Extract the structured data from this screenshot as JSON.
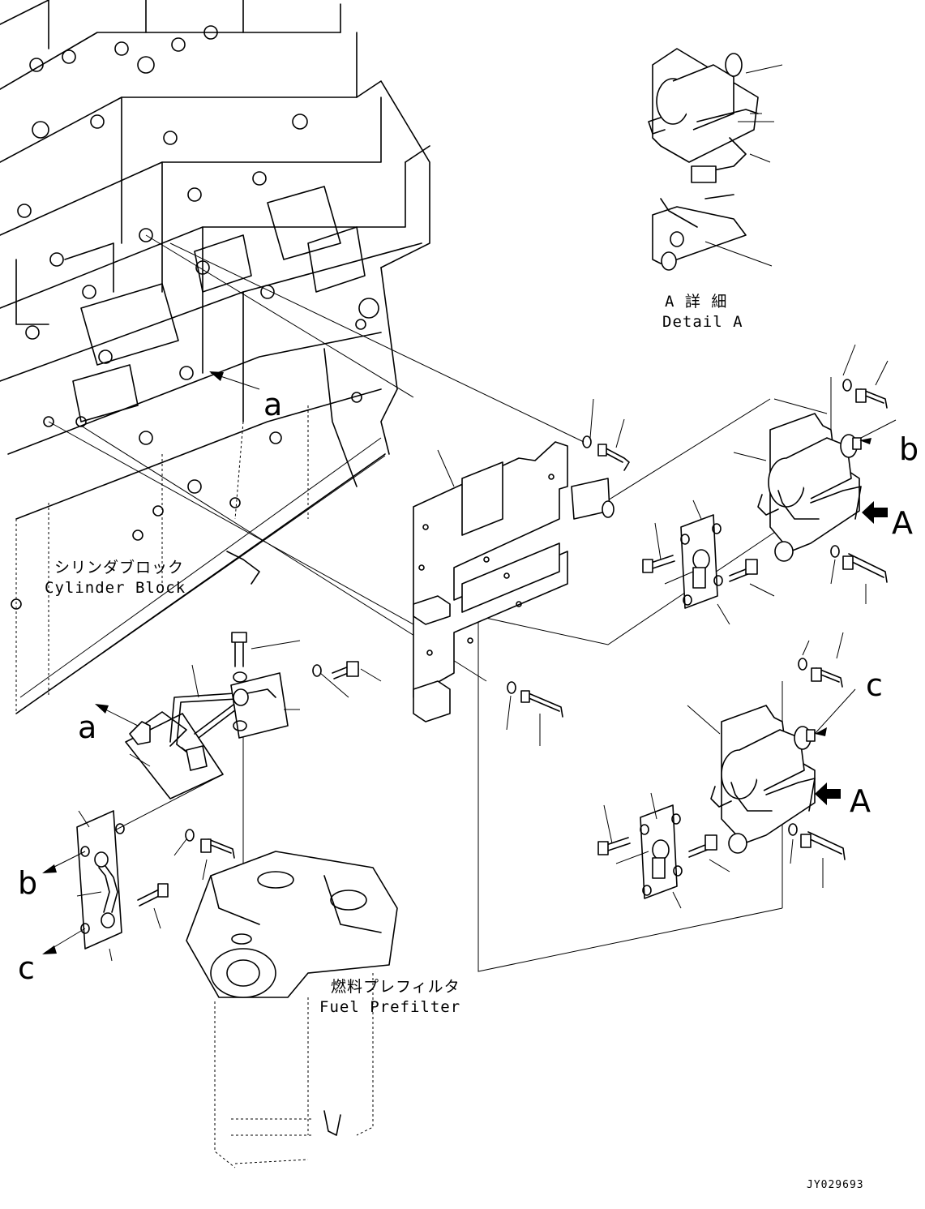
{
  "labels": {
    "detail_a_jp": "A 詳 細",
    "detail_a_en": "Detail A",
    "cylinder_block_jp": "シリンダブロック",
    "cylinder_block_en": "Cylinder Block",
    "fuel_prefilter_jp": "燃料プレフィルタ",
    "fuel_prefilter_en": "Fuel Prefilter",
    "ref_a_upper": "a",
    "ref_a_lower": "a",
    "ref_b_right": "b",
    "ref_b_left": "b",
    "ref_c_right": "c",
    "ref_c_left": "c",
    "view_A_upper": "A",
    "view_A_lower": "A",
    "drawing_code": "JY029693"
  }
}
